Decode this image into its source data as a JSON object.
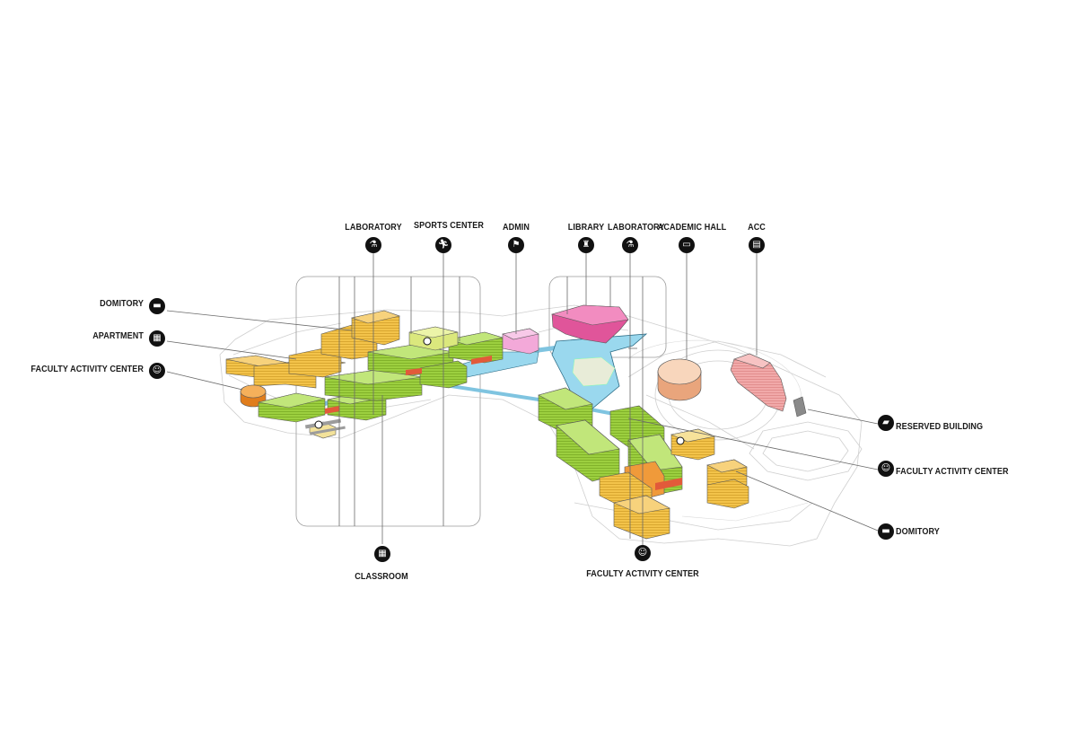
{
  "labels": {
    "top": {
      "laboratory_left": "LABORATORY",
      "sports_center": "SPORTS CENTER",
      "admin": "ADMIN",
      "library": "LIBRARY",
      "laboratory_right": "LABORATORY",
      "academic_hall": "ACADEMIC HALL",
      "acc": "ACC"
    },
    "left": {
      "domitory": "DOMITORY",
      "apartment": "APARTMENT",
      "faculty_activity_center": "FACULTY ACTIVITY CENTER"
    },
    "right": {
      "reserved_building": "RESERVED BUILDING",
      "faculty_activity_center": "FACULTY ACTIVITY CENTER",
      "domitory": "DOMITORY"
    },
    "bottom": {
      "classroom": "CLASSROOM",
      "faculty_activity_center": "FACULTY ACTIVITY CENTER"
    }
  },
  "icons": {
    "laboratory": "microscope-icon",
    "sports_center": "runner-icon",
    "admin": "admin-icon",
    "library": "library-icon",
    "academic_hall": "auditorium-icon",
    "acc": "book-icon",
    "domitory": "bed-icon",
    "apartment": "apartment-icon",
    "faculty_activity_center": "people-group-icon",
    "reserved_building": "flag-icon",
    "classroom": "classroom-icon"
  },
  "colors": {
    "classroom": "#a8d84a",
    "laboratory": "#d9e86a",
    "dormitory": "#f5c842",
    "faculty_activity": "#f09a3a",
    "admin": "#f2a8d8",
    "library": "#e0559a",
    "academic_hall": "#f5c4a0",
    "acc": "#f2a0a8",
    "plaza": "#9ad8ee",
    "reserved": "#8a8a8a",
    "outline": "#c8c8c8"
  }
}
